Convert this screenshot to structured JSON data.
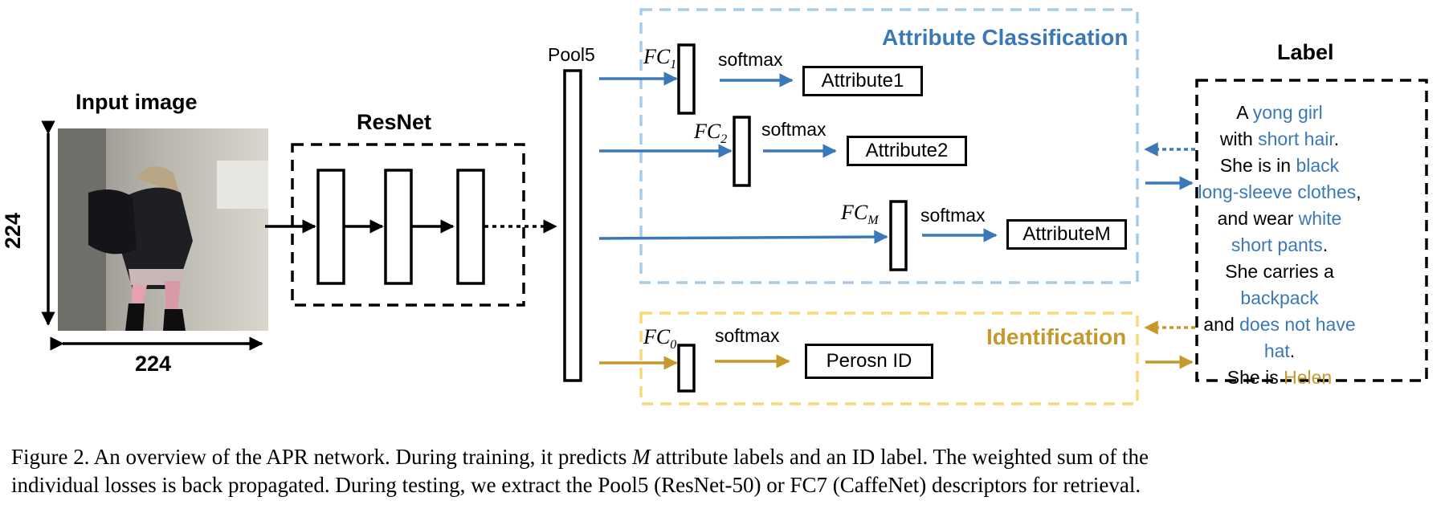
{
  "colors": {
    "attr": "#3b78b8",
    "attr_box": "#a9cbe8",
    "id": "#c49a2c",
    "id_box": "#f5d97a",
    "black": "#000000"
  },
  "input": {
    "title": "Input image",
    "height_label": "224",
    "width_label": "224"
  },
  "resnet": {
    "title": "ResNet"
  },
  "pool": {
    "label": "Pool5"
  },
  "attr_section": {
    "title": "Attribute Classification",
    "rows": [
      {
        "fc": "FC",
        "fc_sub": "1",
        "softmax": "softmax",
        "output": "Attribute1"
      },
      {
        "fc": "FC",
        "fc_sub": "2",
        "softmax": "softmax",
        "output": "Attribute2"
      },
      {
        "fc": "FC",
        "fc_sub": "M",
        "softmax": "softmax",
        "output": "AttributeM"
      }
    ]
  },
  "id_section": {
    "title": "Identification",
    "fc": "FC",
    "fc_sub": "0",
    "softmax": "softmax",
    "output": "Perosn ID"
  },
  "label": {
    "title": "Label",
    "lines": [
      [
        {
          "t": "A ",
          "c": "black"
        },
        {
          "t": "yong girl",
          "c": "attr"
        }
      ],
      [
        {
          "t": "with ",
          "c": "black"
        },
        {
          "t": "short hair",
          "c": "attr"
        },
        {
          "t": ".",
          "c": "black"
        }
      ],
      [
        {
          "t": "She is in ",
          "c": "black"
        },
        {
          "t": "black",
          "c": "attr"
        }
      ],
      [
        {
          "t": "long-sleeve clothes",
          "c": "attr"
        },
        {
          "t": ",",
          "c": "black"
        }
      ],
      [
        {
          "t": "and wear ",
          "c": "black"
        },
        {
          "t": "white",
          "c": "attr"
        }
      ],
      [
        {
          "t": "short pants",
          "c": "attr"
        },
        {
          "t": ".",
          "c": "black"
        }
      ],
      [
        {
          "t": "She carries a ",
          "c": "black"
        },
        {
          "t": "backpack",
          "c": "attr"
        }
      ],
      [
        {
          "t": "and ",
          "c": "black"
        },
        {
          "t": "does not have hat",
          "c": "attr"
        },
        {
          "t": ".",
          "c": "black"
        }
      ],
      [
        {
          "t": "She is ",
          "c": "black"
        },
        {
          "t": "Helen",
          "c": "id"
        }
      ]
    ]
  },
  "caption": {
    "line1_a": "Figure 2. An overview of the APR network.  During training, it predicts ",
    "line1_m": "M",
    "line1_b": " attribute labels and an ID label.  The weighted sum of the",
    "line2": "individual losses is back propagated. During testing, we extract the Pool5 (ResNet-50) or FC7 (CaffeNet) descriptors for retrieval."
  }
}
